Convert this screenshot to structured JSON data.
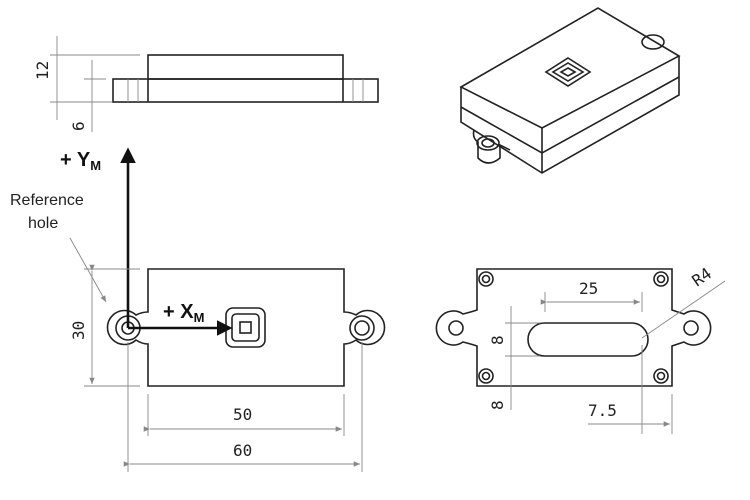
{
  "side_view": {
    "dim_total_height": "12",
    "dim_flange_height": "6"
  },
  "axes": {
    "y_label": "+ Y",
    "y_sub": "M",
    "x_label": "+ X",
    "x_sub": "M"
  },
  "reference": {
    "line1": "Reference",
    "line2": "hole"
  },
  "top_view": {
    "dim_height": "30",
    "dim_body_width": "50",
    "dim_total_width": "60"
  },
  "bottom_view": {
    "dim_slot_length": "25",
    "dim_radius": "R4",
    "dim_slot_width": "8",
    "dim_slot_offset": "8",
    "dim_edge_offset": "7.5"
  }
}
